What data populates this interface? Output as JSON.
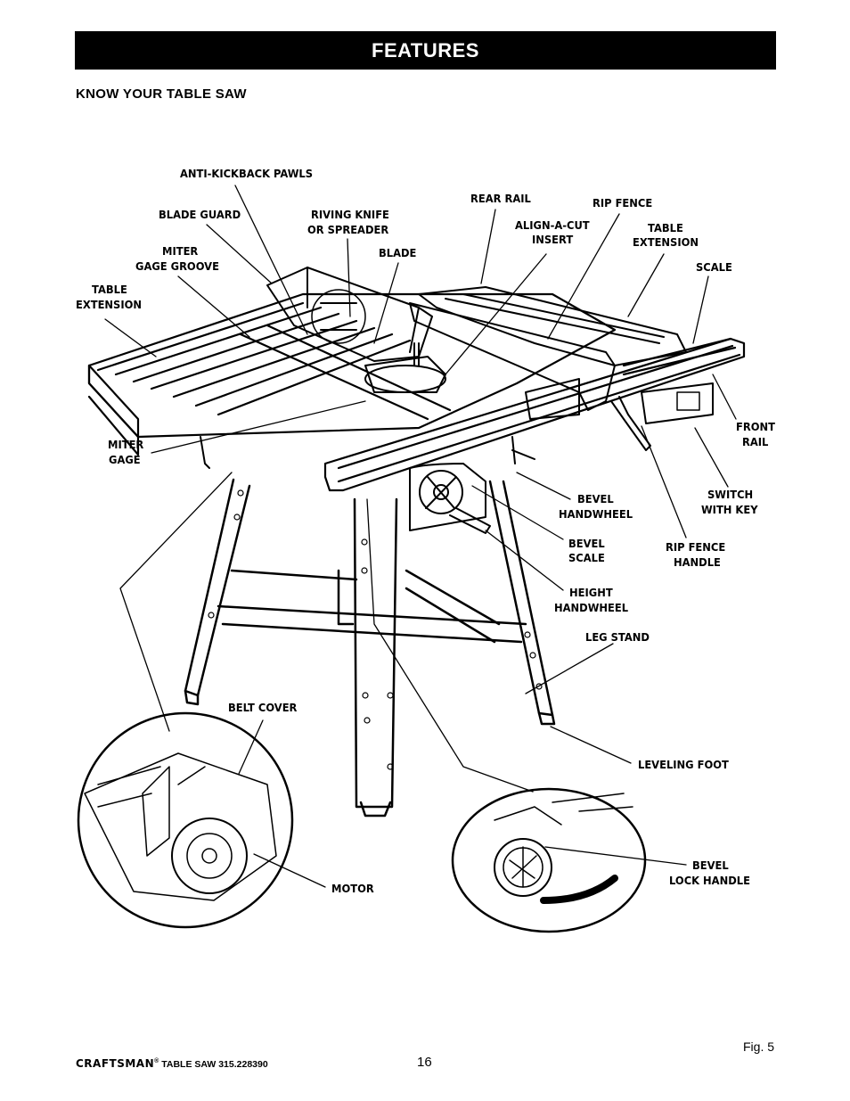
{
  "banner": "FEATURES",
  "subhead": "KNOW YOUR TABLE SAW",
  "labels": {
    "anti_kickback": "ANTI-KICKBACK PAWLS",
    "blade_guard": "BLADE GUARD",
    "riving_knife_1": "RIVING KNIFE",
    "riving_knife_2": "OR SPREADER",
    "blade": "BLADE",
    "miter_groove_1": "MITER",
    "miter_groove_2": "GAGE GROOVE",
    "table_ext_left_1": "TABLE",
    "table_ext_left_2": "EXTENSION",
    "rear_rail": "REAR RAIL",
    "align_1": "ALIGN-A-CUT",
    "align_2": "INSERT",
    "rip_fence": "RIP FENCE",
    "table_ext_right_1": "TABLE",
    "table_ext_right_2": "EXTENSION",
    "scale": "SCALE",
    "front_rail_1": "FRONT",
    "front_rail_2": "RAIL",
    "miter_gage_1": "MITER",
    "miter_gage_2": "GAGE",
    "bevel_handwheel_1": "BEVEL",
    "bevel_handwheel_2": "HANDWHEEL",
    "switch_1": "SWITCH",
    "switch_2": "WITH  KEY",
    "bevel_scale_1": "BEVEL",
    "bevel_scale_2": "SCALE",
    "rip_handle_1": "RIP FENCE",
    "rip_handle_2": "HANDLE",
    "height_1": "HEIGHT",
    "height_2": "HANDWHEEL",
    "leg_stand": "LEG STAND",
    "belt_cover": "BELT COVER",
    "leveling_foot": "LEVELING FOOT",
    "motor": "MOTOR",
    "bevel_lock_1": "BEVEL",
    "bevel_lock_2": "LOCK HANDLE"
  },
  "footer": {
    "brand": "CRAFTSMAN",
    "reg": "®",
    "model": " TABLE SAW 315.228390",
    "page": "16",
    "fig": "Fig. 5"
  }
}
